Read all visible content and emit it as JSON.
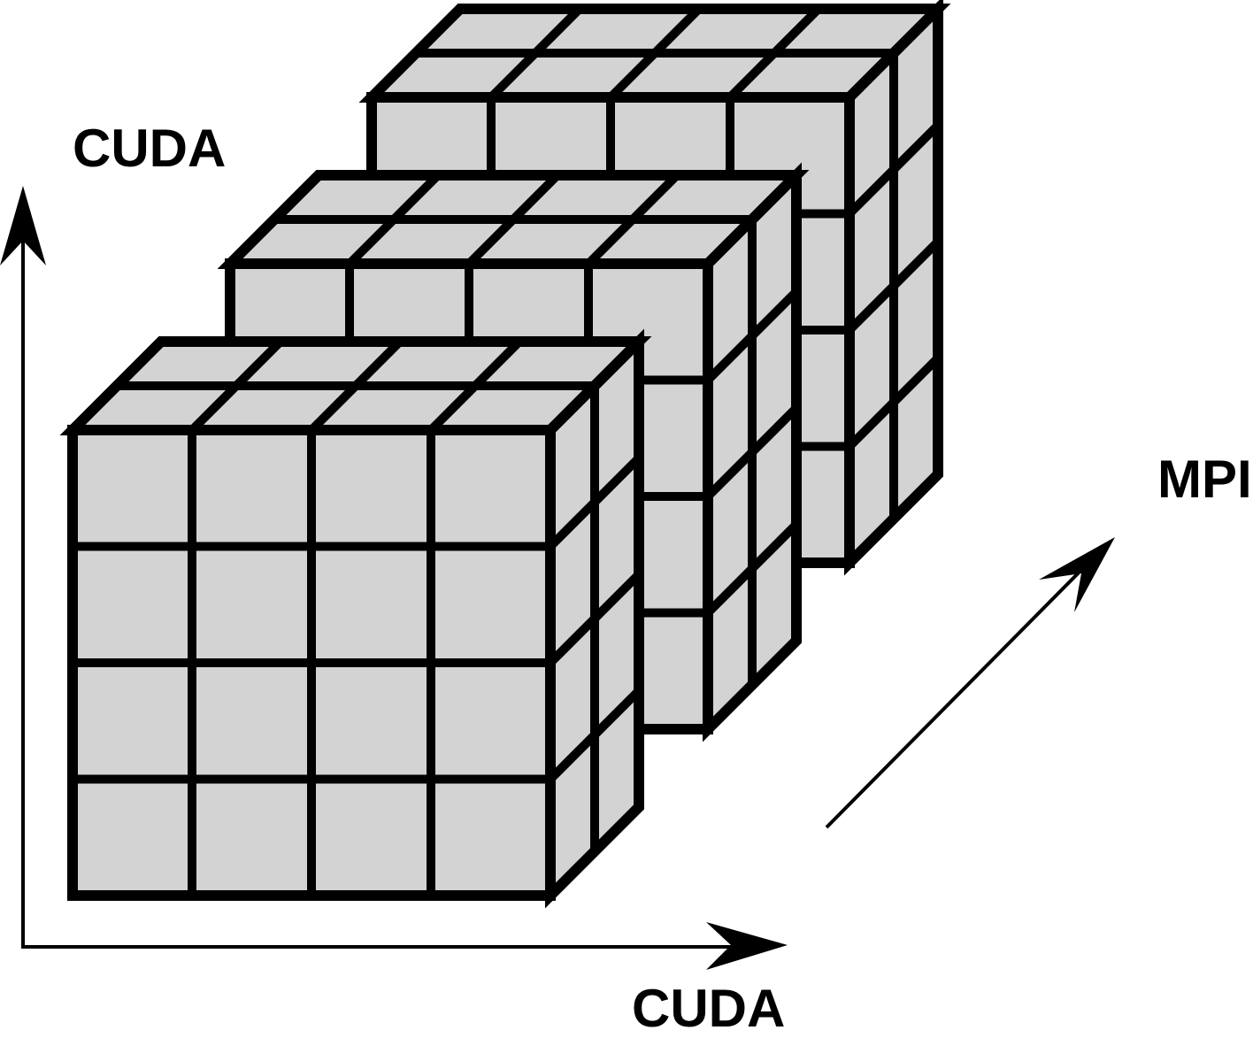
{
  "diagram": {
    "grid_size": 4,
    "block_count": 3,
    "colors": {
      "fill": "#d3d3d3",
      "stroke": "#000000",
      "background": "#ffffff"
    },
    "axes": {
      "vertical_label": "CUDA",
      "horizontal_label": "CUDA",
      "depth_label": "MPI"
    }
  }
}
